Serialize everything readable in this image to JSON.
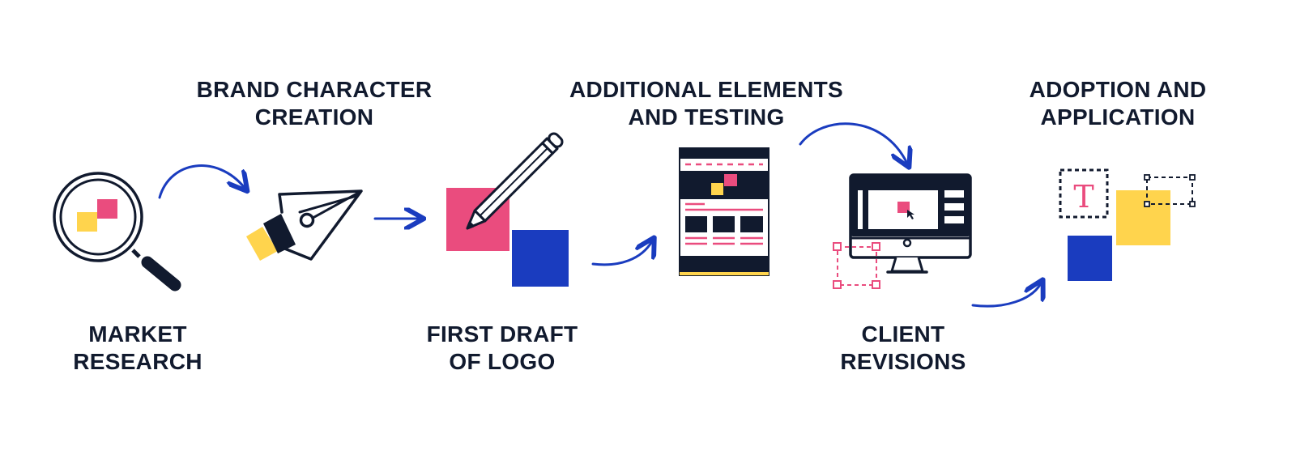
{
  "colors": {
    "navy": "#111a2e",
    "blue": "#1a3cbf",
    "pink": "#ea4c7e",
    "yellow": "#ffd44d",
    "white": "#ffffff"
  },
  "steps": [
    {
      "line1": "MARKET",
      "line2": "RESEARCH",
      "icon": "magnifying-glass-icon"
    },
    {
      "line1": "BRAND CHARACTER",
      "line2": "CREATION",
      "icon": "pen-nib-icon"
    },
    {
      "line1": "FIRST DRAFT",
      "line2": "OF LOGO",
      "icon": "pencil-icon"
    },
    {
      "line1": "ADDITIONAL ELEMENTS",
      "line2": "AND TESTING",
      "icon": "webpage-mockup-icon"
    },
    {
      "line1": "CLIENT",
      "line2": "REVISIONS",
      "icon": "desktop-monitor-icon"
    },
    {
      "line1": "ADOPTION AND",
      "line2": "APPLICATION",
      "icon": "typography-text-icon"
    }
  ],
  "logo_letter": "T"
}
